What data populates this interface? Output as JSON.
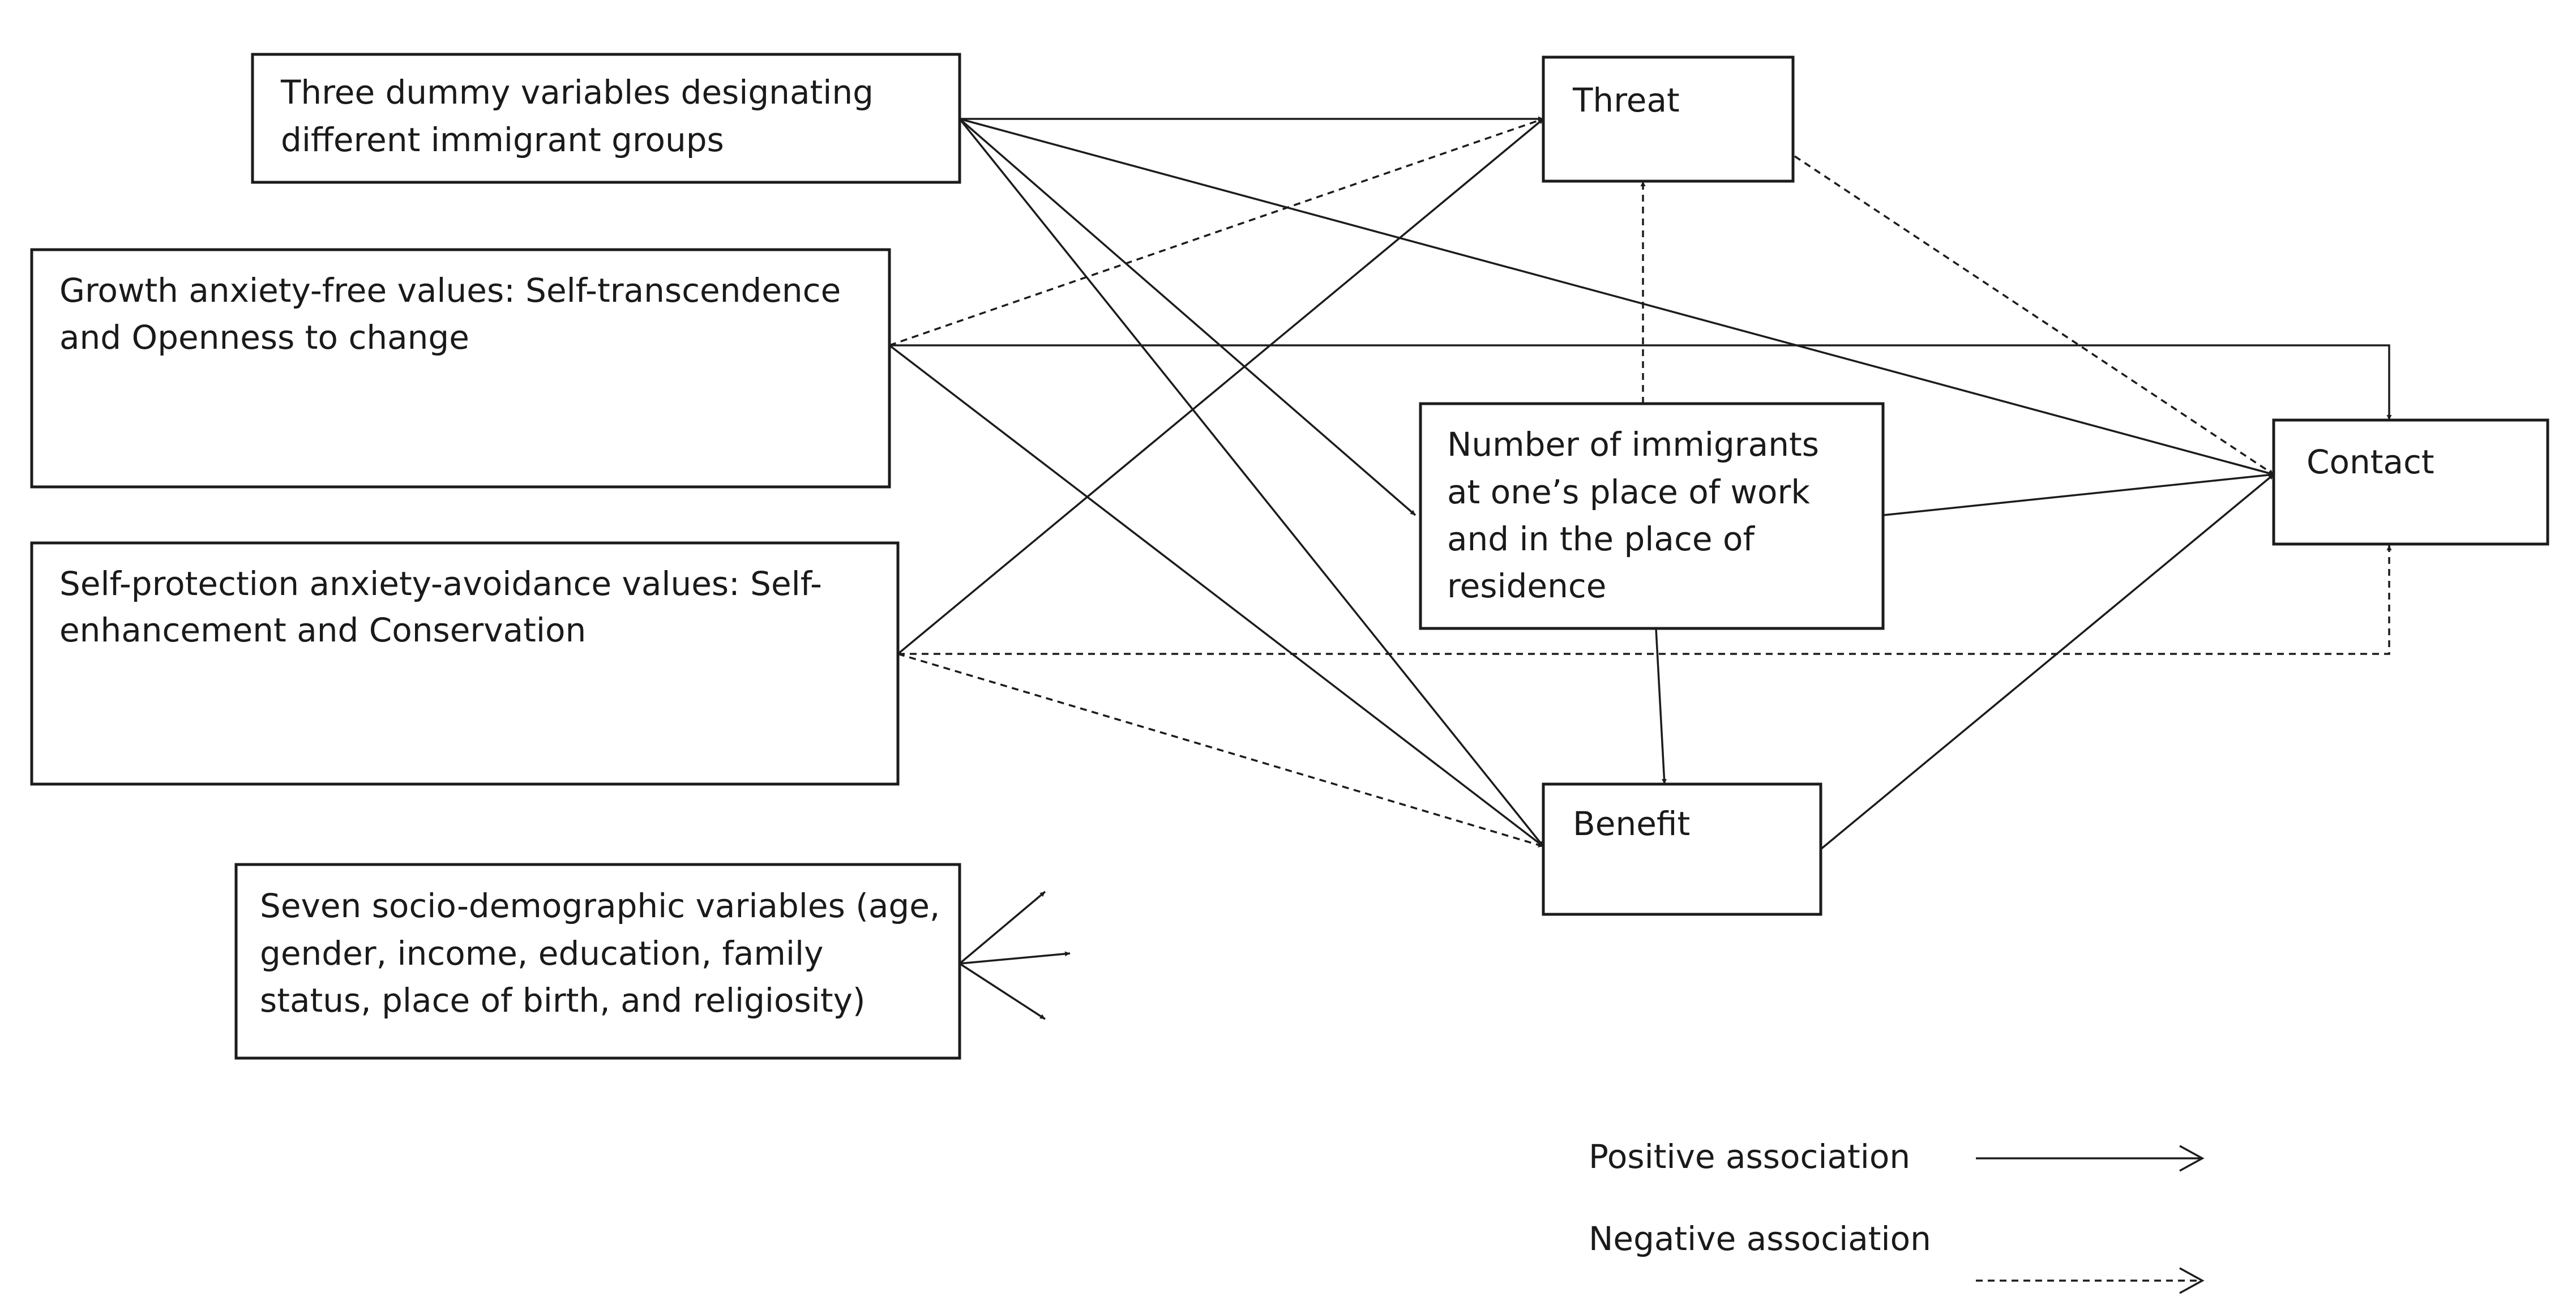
{
  "nodes": {
    "dummy": {
      "lines": [
        "Three dummy variables designating",
        "different immigrant groups"
      ]
    },
    "growth": {
      "lines": [
        "Growth anxiety-free values: Self-transcendence",
        "and Openness to change"
      ]
    },
    "protection": {
      "lines": [
        "Self-protection anxiety-avoidance values: Self-",
        "enhancement and Conservation"
      ]
    },
    "socio": {
      "lines": [
        "Seven socio-demographic variables (age,",
        "gender, income, education, family",
        "status, place of birth, and religiosity)"
      ]
    },
    "threat": {
      "lines": [
        "Threat"
      ]
    },
    "immigrants": {
      "lines": [
        "Number of immigrants",
        "at one’s place of work",
        "and in the place of",
        "residence"
      ]
    },
    "contact": {
      "lines": [
        "Contact"
      ]
    },
    "benefit": {
      "lines": [
        "Benefit"
      ]
    }
  },
  "edges": [
    {
      "from": "dummy",
      "to": "threat",
      "sign": "positive"
    },
    {
      "from": "dummy",
      "to": "contact",
      "sign": "positive"
    },
    {
      "from": "dummy",
      "to": "immigrants",
      "sign": "positive"
    },
    {
      "from": "dummy",
      "to": "benefit",
      "sign": "positive"
    },
    {
      "from": "growth",
      "to": "threat",
      "sign": "negative"
    },
    {
      "from": "growth",
      "to": "contact",
      "sign": "positive"
    },
    {
      "from": "growth",
      "to": "benefit",
      "sign": "positive"
    },
    {
      "from": "protection",
      "to": "threat",
      "sign": "positive"
    },
    {
      "from": "protection",
      "to": "benefit",
      "sign": "negative"
    },
    {
      "from": "protection",
      "to": "contact",
      "sign": "negative"
    },
    {
      "from": "immigrants",
      "to": "threat",
      "sign": "negative"
    },
    {
      "from": "immigrants",
      "to": "contact",
      "sign": "positive"
    },
    {
      "from": "immigrants",
      "to": "benefit",
      "sign": "positive"
    },
    {
      "from": "threat",
      "to": "contact",
      "sign": "negative"
    },
    {
      "from": "benefit",
      "to": "contact",
      "sign": "positive"
    }
  ],
  "legend": {
    "positive_label": "Positive association",
    "negative_label": "Negative association"
  }
}
